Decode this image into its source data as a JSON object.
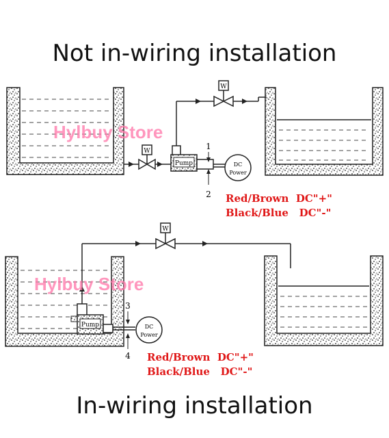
{
  "titles": {
    "top": "Not in-wiring installation",
    "bottom": "In-wiring installation"
  },
  "watermark": "Hylbuy Store",
  "legend": {
    "line1_name": "Red/Brown",
    "line1_value": "DC\"+\"",
    "line2_name": "Black/Blue",
    "line2_value": "DC\"-\""
  },
  "components": {
    "valve_label": "W",
    "pump_label": "Pump",
    "power_label_line1": "DC",
    "power_label_line2": "Power"
  },
  "callouts": {
    "top_upper": "1",
    "top_lower": "2",
    "bottom_upper": "3",
    "bottom_lower": "4"
  },
  "colors": {
    "line": "#222222",
    "legend_text": "#e01818",
    "watermark": "#ff78aa"
  }
}
